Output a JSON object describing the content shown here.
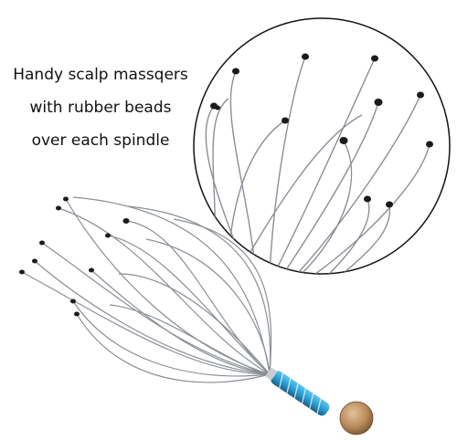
{
  "caption": {
    "line1": "Handy scalp massqers",
    "line2": "with rubber beads",
    "line3": "over each spindle"
  },
  "icons": {
    "product": "head-massager-icon",
    "zoom": "zoom-detail-icon",
    "bead": "rubber-bead-icon"
  },
  "colors": {
    "wire": "#8a8f96",
    "bead": "#1b1b1b",
    "handle_blue": "#2a9fd6",
    "handle_dark": "#1c5f86",
    "ball_wood": "#b98a5a",
    "circle_stroke": "#111111"
  }
}
